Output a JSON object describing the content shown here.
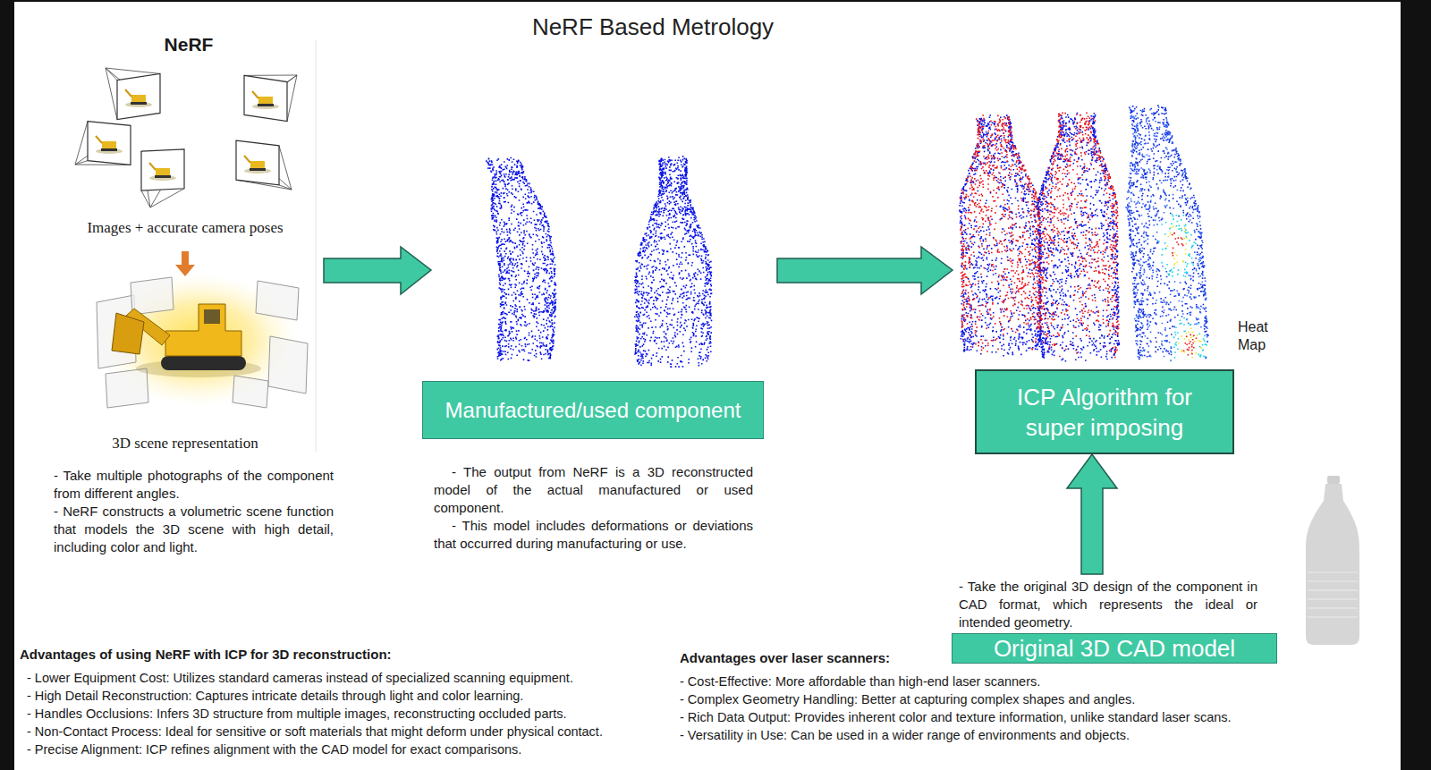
{
  "diagram": {
    "title": "NeRF Based Metrology",
    "nodes": [
      {
        "text": [
          "Manufactured/used component"
        ]
      },
      {
        "text": [
          "ICP Algorithm for super imposing"
        ]
      },
      {
        "text": [
          "Original 3D CAD model",
          "- Take the original 3D design of the component in CAD format, which represents the ideal or intended geometry."
        ]
      }
    ],
    "edges": [
      {
        "from": 2,
        "to": 1,
        "arrow": "to"
      }
    ],
    "labels": [
      "NeRF",
      "Images + accurate camera poses",
      "3D scene representation",
      "- Take multiple photographs of the component from different angles.",
      "- NeRF constructs a volumetric scene function that models the 3D scene with high detail, including color and light.",
      "- The output from NeRF is a 3D reconstructed model of the actual manufactured or used component.",
      "- This model includes deformations or deviations that occurred during manufacturing or use.",
      "Heat Map",
      "Advantages of using NeRF with ICP for 3D reconstruction:",
      "- Lower Equipment Cost: Utilizes standard cameras instead of specialized scanning equipment.",
      "- High Detail Reconstruction: Captures intricate details through light and color learning.",
      "- Handles Occlusions: Infers 3D structure from multiple images, reconstructing occluded parts.",
      "- Non-Contact Process: Ideal for sensitive or soft materials that might deform under physical contact.",
      "- Precise Alignment: ICP refines alignment with the CAD model for exact comparisons.",
      "Advantages over laser scanners:",
      "- Cost-Effective: More affordable than high-end laser scanners.",
      "- Complex Geometry Handling: Better at capturing complex shapes and angles.",
      "- Rich Data Output: Provides inherent color and texture information, unlike standard laser scans.",
      "- Versatility in Use: Can be used in a wider range of environments and objects."
    ]
  }
}
